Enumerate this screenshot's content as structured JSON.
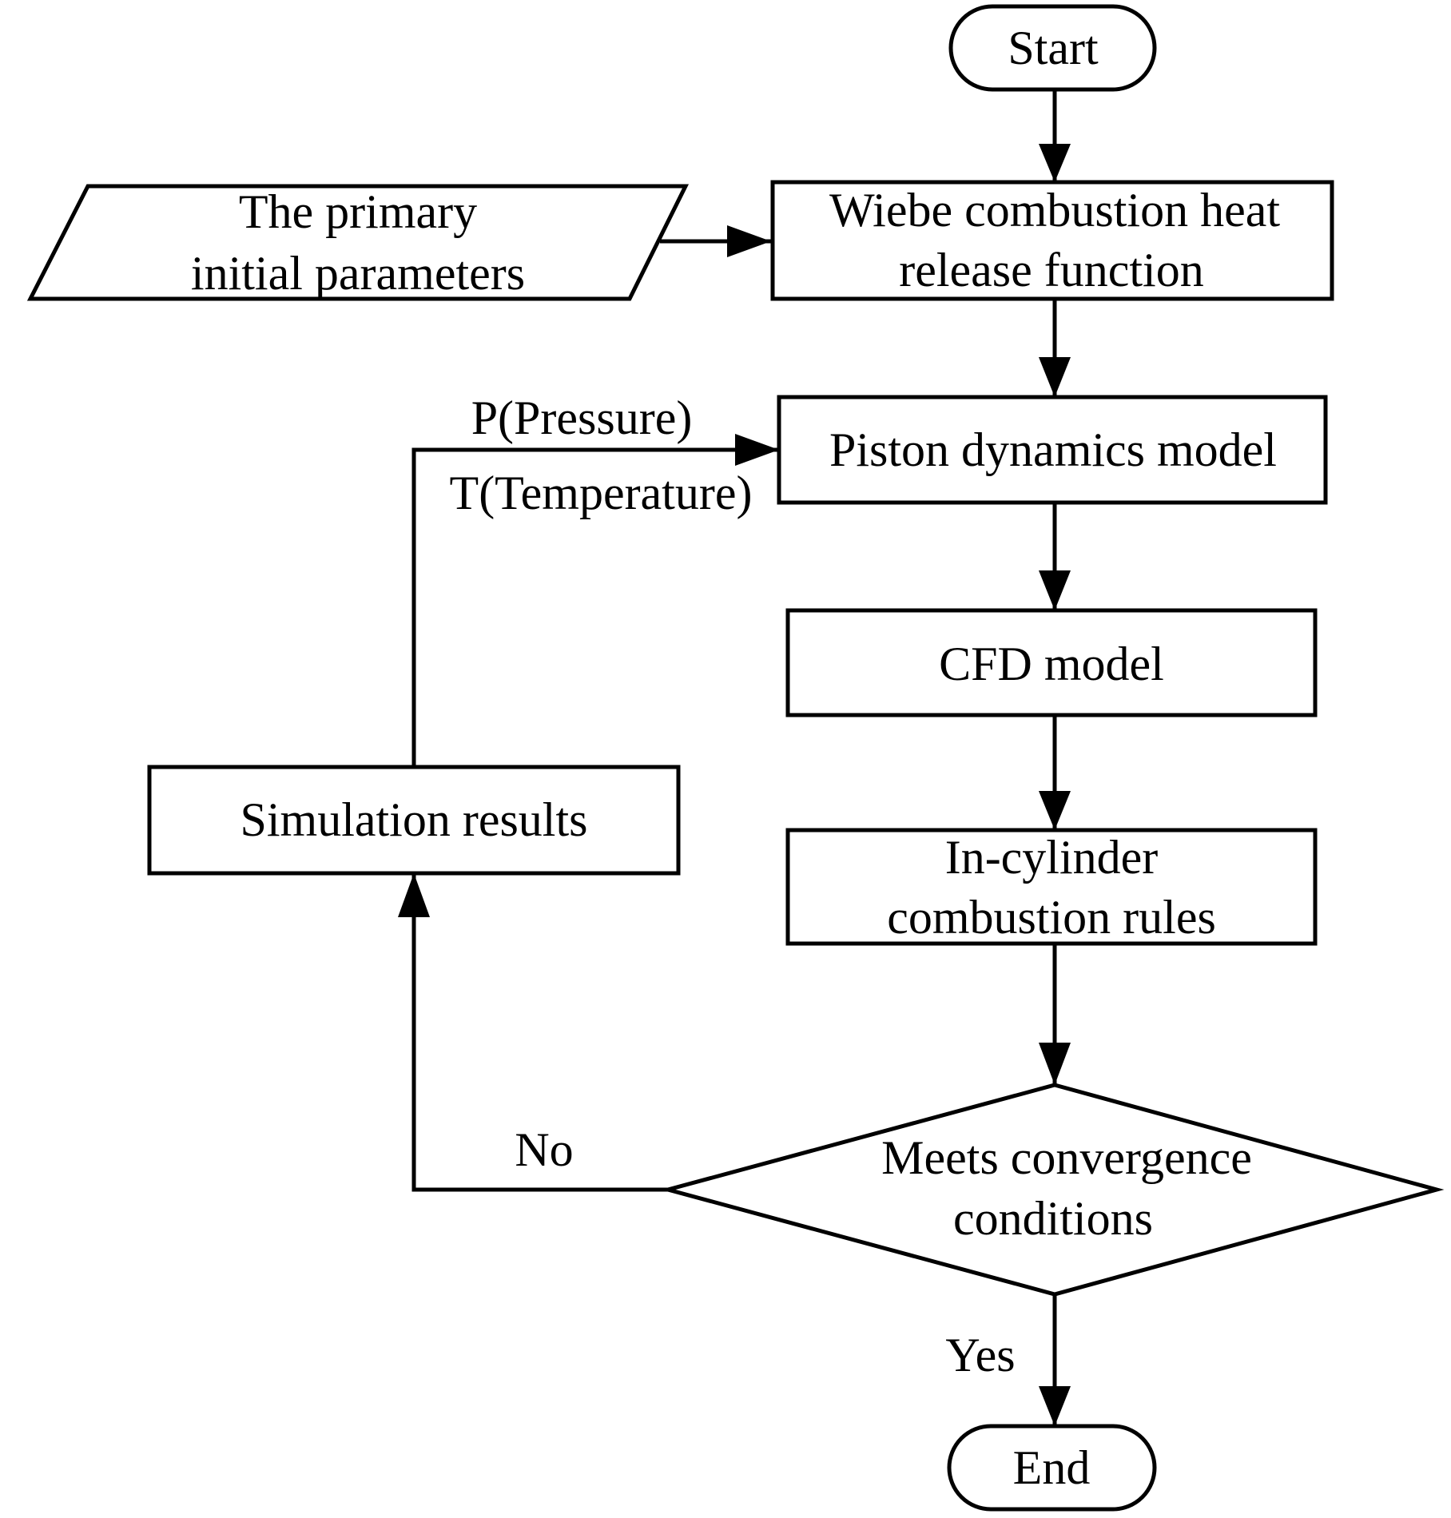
{
  "diagram": {
    "nodes": {
      "start": {
        "shape": "terminator",
        "lines": [
          "Start"
        ]
      },
      "params": {
        "shape": "parallelogram",
        "lines": [
          "The primary",
          "initial parameters"
        ]
      },
      "wiebe": {
        "shape": "rectangle",
        "lines": [
          "Wiebe combustion heat",
          "release function"
        ]
      },
      "piston": {
        "shape": "rectangle",
        "lines": [
          "Piston dynamics model"
        ]
      },
      "cfd": {
        "shape": "rectangle",
        "lines": [
          "CFD model"
        ]
      },
      "incyl": {
        "shape": "rectangle",
        "lines": [
          "In-cylinder",
          "combustion rules"
        ]
      },
      "converge": {
        "shape": "diamond",
        "lines": [
          "Meets convergence",
          "conditions"
        ]
      },
      "results": {
        "shape": "rectangle",
        "lines": [
          "Simulation results"
        ]
      },
      "end": {
        "shape": "terminator",
        "lines": [
          "End"
        ]
      }
    },
    "edges": {
      "feedback_top": "P(Pressure)",
      "feedback_bottom": "T(Temperature)",
      "no": "No",
      "yes": "Yes"
    }
  },
  "colors": {
    "stroke": "#000000",
    "fill": "#ffffff"
  }
}
